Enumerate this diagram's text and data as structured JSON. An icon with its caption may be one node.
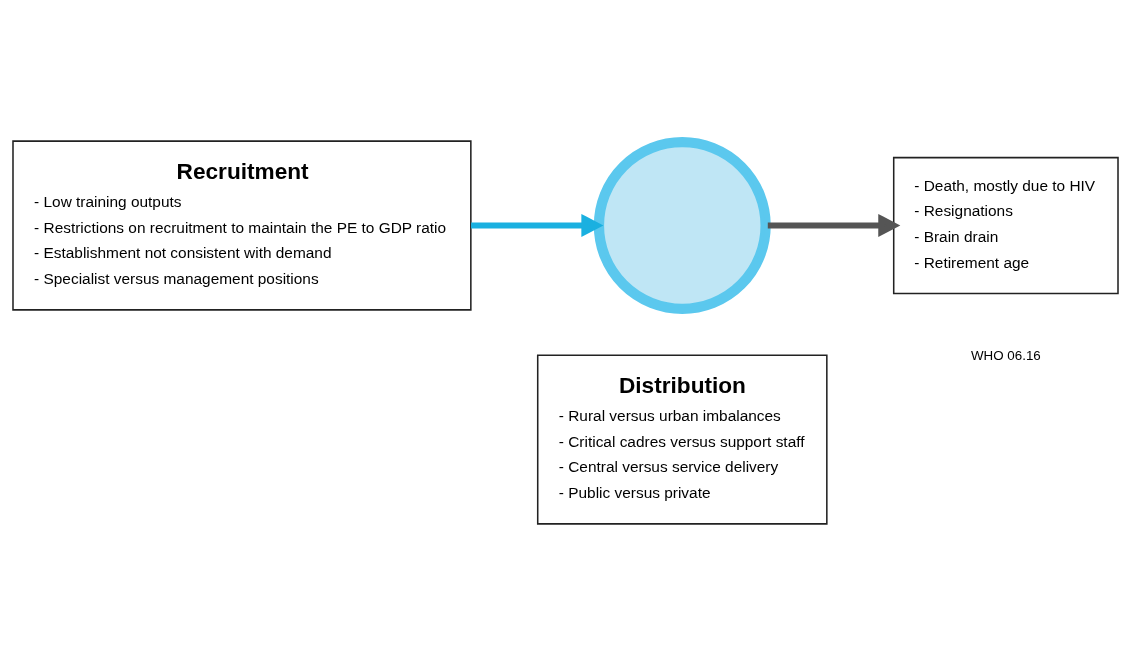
{
  "diagram": {
    "nodes": [
      {
        "text": [
          "Recruitment",
          "- Low training outputs",
          "- Restrictions on recruitment to maintain the PE to GDP ratio",
          "- Establishment not consistent with demand",
          "- Specialist versus management positions"
        ]
      },
      {
        "text": [],
        "shape": "circle"
      },
      {
        "text": [
          "Distribution",
          "- Rural versus urban imbalances",
          "- Critical cadres versus support staff",
          "- Central versus service delivery",
          "- Public versus private"
        ]
      },
      {
        "text": [
          "- Death, mostly due to HIV",
          "- Resignations",
          "- Brain drain",
          "- Retirement age"
        ]
      }
    ],
    "edges": [
      {
        "from": 0,
        "to": 1,
        "arrow": "to",
        "color": "#1ab0e0"
      },
      {
        "from": 1,
        "to": 3,
        "arrow": "to",
        "color": "#555555"
      }
    ],
    "labels": [
      "WHO 06.16"
    ]
  }
}
